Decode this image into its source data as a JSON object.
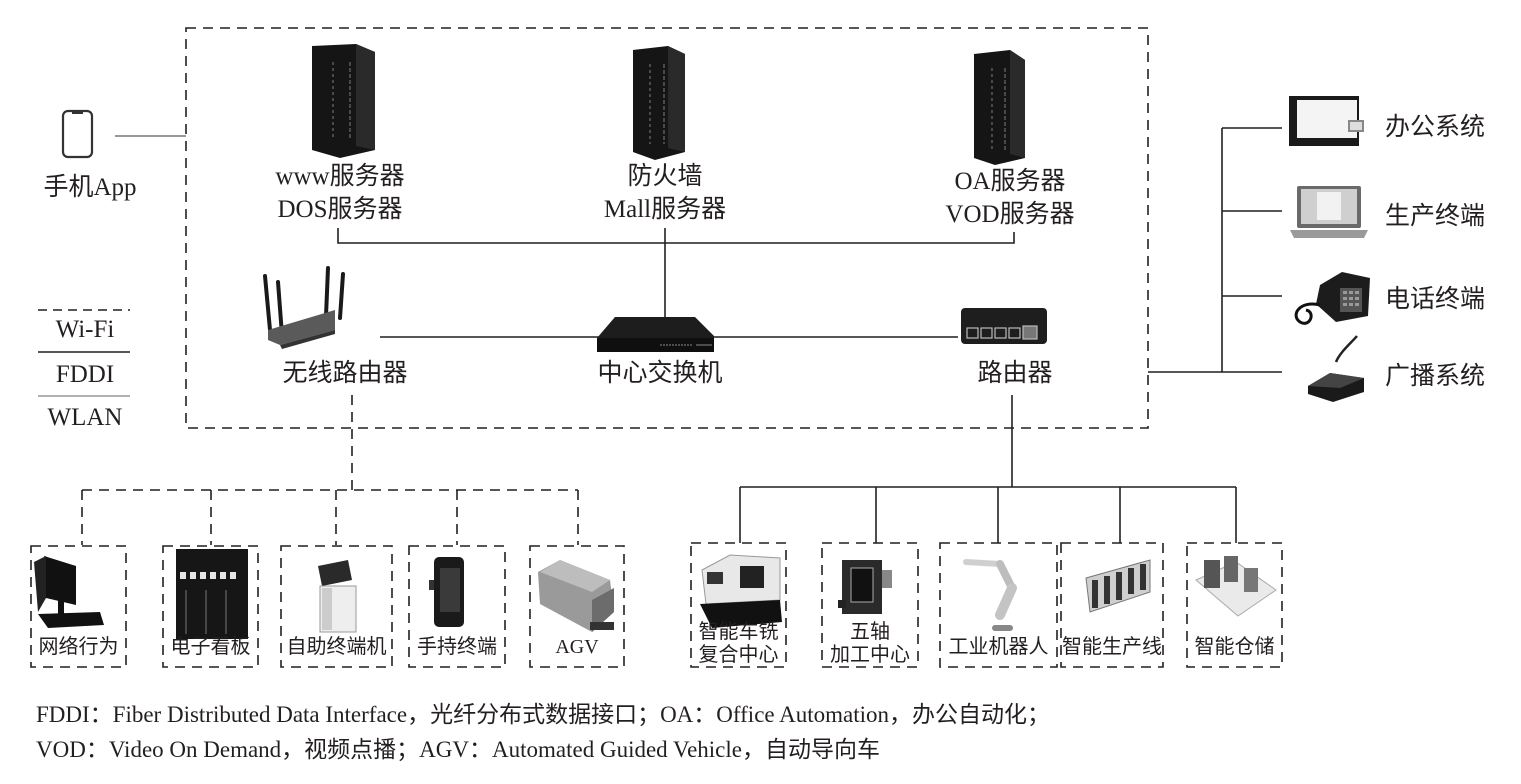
{
  "colors": {
    "line": "#231f20",
    "dash": "#231f20",
    "background": "#ffffff"
  },
  "mobile": {
    "label": "手机App",
    "icon": "smartphone-icon"
  },
  "legend": {
    "items": [
      "Wi-Fi",
      "FDDI",
      "WLAN"
    ]
  },
  "servers": [
    {
      "line1": "www服务器",
      "line2": "DOS服务器",
      "icon": "server-rack-icon"
    },
    {
      "line1": "防火墙",
      "line2": "Mall服务器",
      "icon": "server-rack-icon"
    },
    {
      "line1": "OA服务器",
      "line2": "VOD服务器",
      "icon": "server-rack-icon"
    }
  ],
  "network": {
    "wireless_router": "无线路由器",
    "core_switch": "中心交换机",
    "router": "路由器"
  },
  "right_systems": [
    {
      "label": "办公系统",
      "icon": "office-system-icon"
    },
    {
      "label": "生产终端",
      "icon": "laptop-icon"
    },
    {
      "label": "电话终端",
      "icon": "telephone-icon"
    },
    {
      "label": "广播系统",
      "icon": "broadcast-microphone-icon"
    }
  ],
  "wireless_devices": [
    {
      "label": "网络行为",
      "icon": "desktop-computer-icon"
    },
    {
      "label": "电子看板",
      "icon": "electronic-board-icon"
    },
    {
      "label": "自助终端机",
      "icon": "kiosk-icon"
    },
    {
      "label": "手持终端",
      "icon": "handheld-terminal-icon"
    },
    {
      "label": "AGV",
      "icon": "agv-vehicle-icon"
    }
  ],
  "wired_devices": [
    {
      "line1": "智能车铣",
      "line2": "复合中心",
      "icon": "cnc-lathe-icon"
    },
    {
      "line1": "五轴",
      "line2": "加工中心",
      "icon": "machining-center-icon"
    },
    {
      "line1": "工业机器人",
      "line2": "",
      "icon": "robot-arm-icon"
    },
    {
      "line1": "智能生产线",
      "line2": "",
      "icon": "production-line-icon"
    },
    {
      "line1": "智能仓储",
      "line2": "",
      "icon": "smart-warehouse-icon"
    }
  ],
  "footnotes": [
    "FDDI：Fiber Distributed Data Interface，光纤分布式数据接口；OA：Office Automation，办公自动化；",
    "VOD：Video On Demand，视频点播；AGV：Automated Guided Vehicle，自动导向车"
  ]
}
